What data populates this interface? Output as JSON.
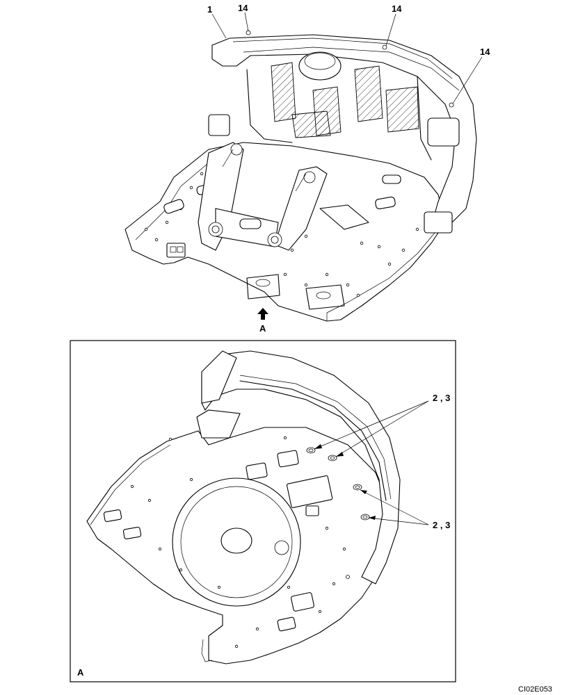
{
  "figure_code": "CI02E053",
  "upper_view": {
    "callouts": [
      "1",
      "14",
      "14",
      "14"
    ],
    "view_arrow_label": "A"
  },
  "detail_view": {
    "view_label": "A",
    "callouts": [
      "2 , 3",
      "2 , 3"
    ]
  }
}
